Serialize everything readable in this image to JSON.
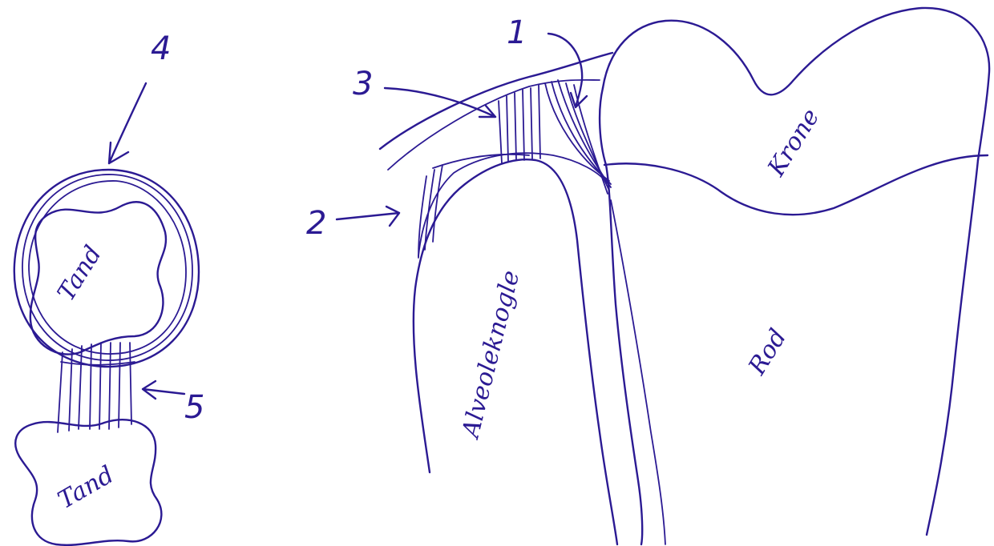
{
  "labels": {
    "tand_top": "Tand",
    "tand_bottom": "Tand",
    "alveoleknogle": "Alveoleknogle",
    "krone": "Krone",
    "rod": "Rod"
  },
  "numbers": {
    "n1": "1",
    "n2": "2",
    "n3": "3",
    "n4": "4",
    "n5": "5"
  },
  "colors": {
    "ink": "#2b1a93",
    "background": "#ffffff"
  }
}
